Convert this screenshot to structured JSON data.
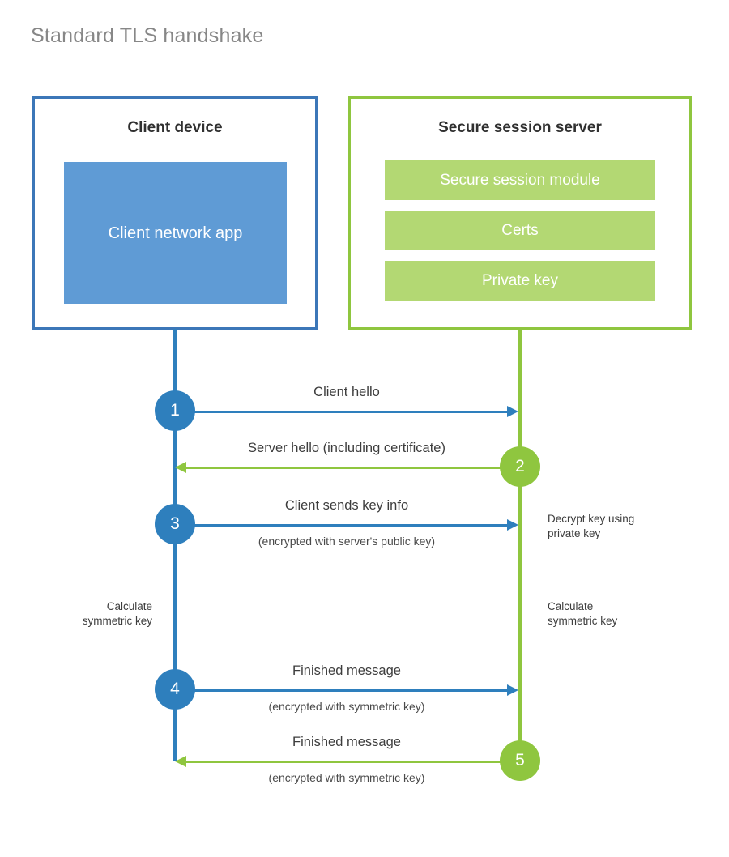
{
  "title": "Standard TLS handshake",
  "colors": {
    "client_border": "#3c77b8",
    "client_fill": "#5f9bd5",
    "client_accent": "#2e7fbd",
    "server_border": "#8fc63f",
    "server_fill": "#b3d873",
    "server_accent": "#8fc63f",
    "text": "#3d3d3d",
    "title_text": "#878787"
  },
  "client": {
    "title": "Client device",
    "app_label": "Client network app"
  },
  "server": {
    "title": "Secure session server",
    "modules": [
      {
        "label": "Secure session module"
      },
      {
        "label": "Certs"
      },
      {
        "label": "Private key"
      }
    ]
  },
  "messages": [
    {
      "step": "1",
      "primary": "Client hello",
      "secondary": "",
      "direction": "client-to-server",
      "marker_color": "blue"
    },
    {
      "step": "2",
      "primary": "Server hello (including certificate)",
      "secondary": "",
      "direction": "server-to-client",
      "marker_color": "green"
    },
    {
      "step": "3",
      "primary": "Client sends key info",
      "secondary": "(encrypted with server's public key)",
      "direction": "client-to-server",
      "marker_color": "blue"
    },
    {
      "step": "4",
      "primary": "Finished message",
      "secondary": "(encrypted with symmetric key)",
      "direction": "client-to-server",
      "marker_color": "blue"
    },
    {
      "step": "5",
      "primary": "Finished message",
      "secondary": "(encrypted with symmetric key)",
      "direction": "server-to-client",
      "marker_color": "green"
    }
  ],
  "notes": {
    "decrypt_key": "Decrypt key using\nprivate key",
    "client_calculate": "Calculate\nsymmetric key",
    "server_calculate": "Calculate\nsymmetric key"
  }
}
